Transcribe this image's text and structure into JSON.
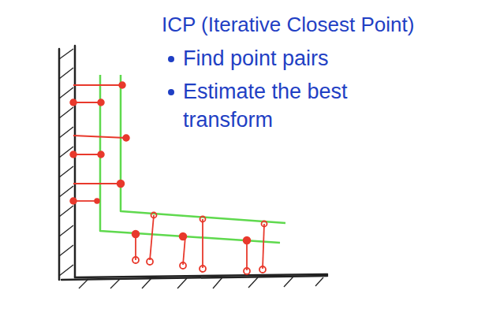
{
  "diagram": {
    "title": "ICP (Iterative Closest Point)",
    "labels": [
      "Find point pairs",
      "Estimate the best transform"
    ]
  }
}
